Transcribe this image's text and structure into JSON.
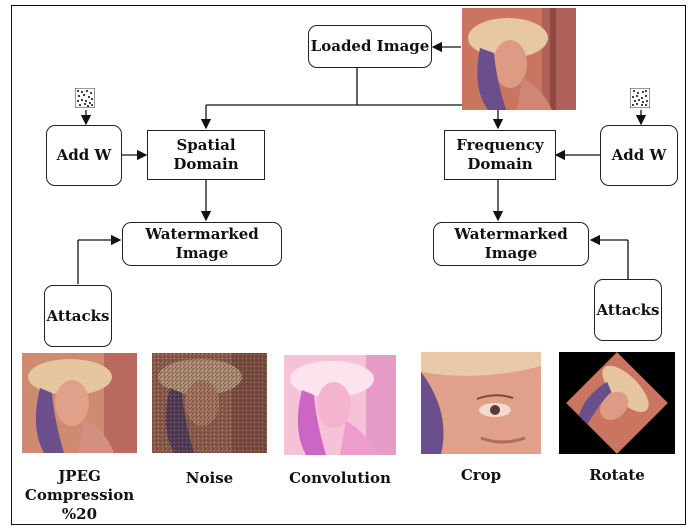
{
  "diagram": {
    "loaded_image": "Loaded Image",
    "left_branch": {
      "domain": "Spatial Domain",
      "domain_line1": "Spatial",
      "domain_line2": "Domain",
      "add_w": "Add W",
      "watermarked": "Watermarked Image",
      "attacks": "Attacks"
    },
    "right_branch": {
      "domain": "Frequency Domain",
      "domain_line1": "Frequency",
      "domain_line2": "Domain",
      "add_w": "Add W",
      "watermarked": "Watermarked Image",
      "attacks": "Attacks"
    },
    "attack_results": [
      {
        "line1": "JPEG",
        "line2": "Compression",
        "line3": "%20"
      },
      {
        "line1": "Noise"
      },
      {
        "line1": "Convolution"
      },
      {
        "line1": "Crop"
      },
      {
        "line1": "Rotate"
      }
    ]
  },
  "colors": {
    "skin": "#d98a7a",
    "hat": "#e6c6a0",
    "feather": "#6a4f8c",
    "background_warm": "#c9705a",
    "noise_tint": "#8a5a4a",
    "convolution_tint": "#f3a8d8"
  },
  "icons": [
    "watermark-pattern-icon",
    "watermark-pattern-icon"
  ]
}
